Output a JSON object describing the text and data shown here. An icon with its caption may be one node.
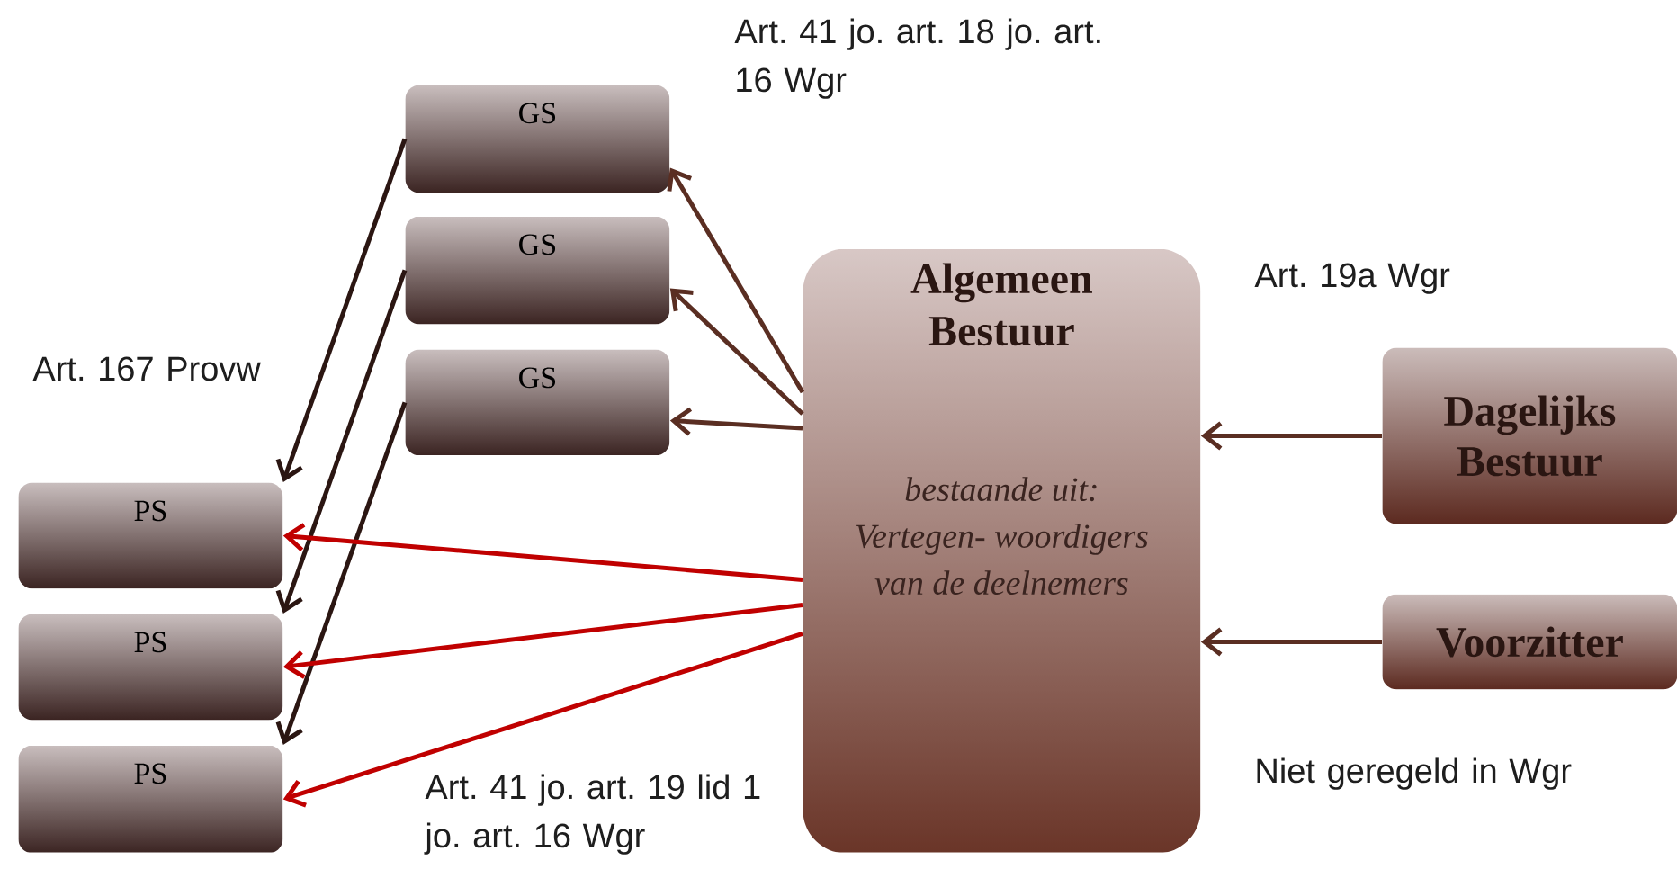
{
  "diagram": {
    "nodes": [
      {
        "text": [
          "GS"
        ]
      },
      {
        "text": [
          "GS"
        ]
      },
      {
        "text": [
          "GS"
        ]
      },
      {
        "text": [
          "PS"
        ]
      },
      {
        "text": [
          "PS"
        ]
      },
      {
        "text": [
          "PS"
        ]
      },
      {
        "text": [
          "Algemeen Bestuur",
          "bestaande uit: Vertegen- woordigers van de deelnemers"
        ]
      },
      {
        "text": [
          "Dagelijks Bestuur"
        ]
      },
      {
        "text": [
          "Voorzitter"
        ]
      }
    ],
    "edges": [
      {
        "from": 0,
        "to": 3,
        "arrow": "to",
        "color": "#2b1612"
      },
      {
        "from": 1,
        "to": 4,
        "arrow": "to",
        "color": "#2b1612"
      },
      {
        "from": 2,
        "to": 5,
        "arrow": "to",
        "color": "#2b1612"
      },
      {
        "from": 6,
        "to": 0,
        "arrow": "to"
      },
      {
        "from": 6,
        "to": 1,
        "arrow": "to"
      },
      {
        "from": 6,
        "to": 2,
        "arrow": "to"
      },
      {
        "from": 6,
        "to": 3,
        "arrow": "to",
        "color": "#c00000"
      },
      {
        "from": 6,
        "to": 4,
        "arrow": "to",
        "color": "#c00000"
      },
      {
        "from": 6,
        "to": 5,
        "arrow": "to",
        "color": "#c00000"
      },
      {
        "from": 7,
        "to": 6,
        "arrow": "to"
      },
      {
        "from": 8,
        "to": 6,
        "arrow": "to"
      }
    ],
    "labels": [
      "Art. 41 jo. art. 18 jo. art. 16 Wgr",
      "Art. 167 Provw",
      "Art. 19a Wgr",
      "Art. 41 jo. art. 19 lid 1 jo. art. 16 Wgr",
      "Niet geregeld in Wgr"
    ]
  }
}
